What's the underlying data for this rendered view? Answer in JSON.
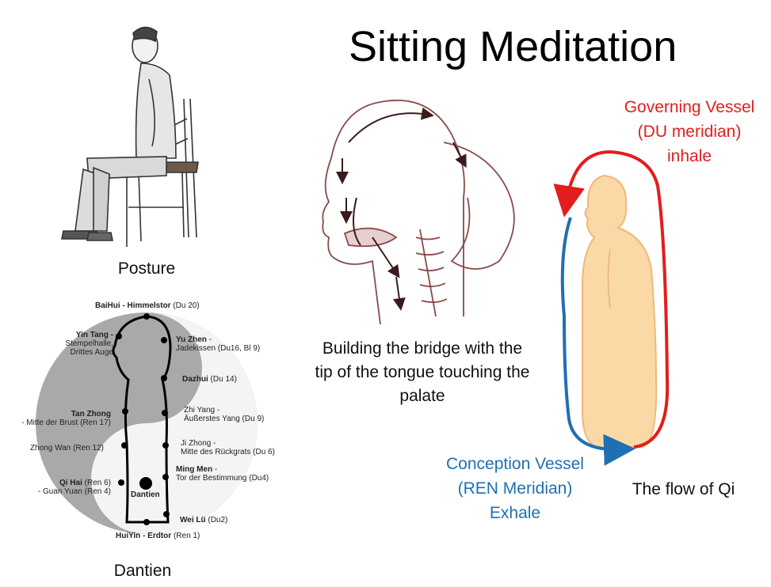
{
  "title": "Sitting Meditation",
  "captions": {
    "posture": "Posture",
    "dantien": "Dantien",
    "bridge": [
      "Building the bridge with the",
      "tip of the tongue touching the",
      "palate"
    ],
    "flow": "The flow of Qi"
  },
  "governing_vessel": [
    "Governing Vessel",
    "(DU meridian)",
    "inhale"
  ],
  "conception_vessel": [
    "Conception Vessel",
    "(REN Meridian)",
    "Exhale"
  ],
  "points": {
    "baihui": {
      "name": "BaiHui - Himmelstor",
      "ref": " (Du 20)"
    },
    "yintang": {
      "name": "Yin Tang -",
      "sub1": "Stempelhalle,",
      "sub2": "Drittes Auge"
    },
    "yuzhen": {
      "name": "Yu Zhen",
      "ref": " -",
      "sub1": "Jadekissen (Du16, Bl 9)"
    },
    "dazhui": {
      "name": "Dazhui",
      "ref": " (Du 14)"
    },
    "tanzhong": {
      "name": "Tan Zhong",
      "sub1": "- Mitte der Brust (Ren 17)"
    },
    "zhiyang": {
      "name": "Zhi Yang -",
      "sub1": "Äußerstes Yang (Du 9)"
    },
    "zhongwan": {
      "name": "Zhong Wan (Ren 12)"
    },
    "jizhong": {
      "name": "Ji Zhong -",
      "sub1": "Mitte des Rückgrats (Du 6)"
    },
    "qihai": {
      "name": "Qi Hai",
      "ref": " (Ren 6)",
      "sub1": "- Guan Yuan (Ren 4)"
    },
    "mingmen": {
      "name": "Ming Men",
      "ref": " -",
      "sub1": "Tor der Bestimmung (Du4)"
    },
    "dantien": {
      "name": "Dantien"
    },
    "weilu": {
      "name": "Wei Lü",
      "ref": " (Du2)"
    },
    "huiyin": {
      "name": "HuiYin - Erdtor",
      "ref": " (Ren 1)"
    }
  },
  "colors": {
    "governing": "#e31d1d",
    "conception": "#1f6fb4",
    "body": "#fbd9a6",
    "sketch": "#8b4a4a"
  }
}
